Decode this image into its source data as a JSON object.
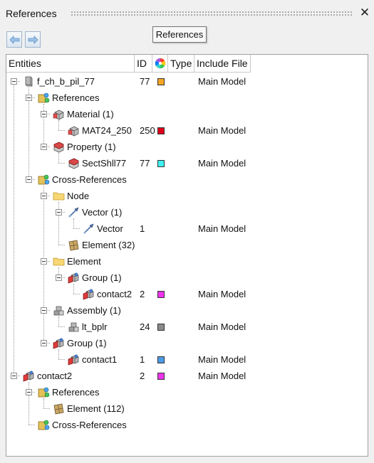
{
  "window": {
    "title": "References",
    "close_glyph": "✕"
  },
  "toolbar": {
    "back_icon": "arrow-left-icon",
    "forward_icon": "arrow-right-icon"
  },
  "tooltip": {
    "text": "References"
  },
  "columns": {
    "entities": "Entities",
    "id": "ID",
    "color_icon": "color-wheel-icon",
    "type": "Type",
    "include": "Include File"
  },
  "colors": {
    "orange": "#f5a623",
    "red": "#e0001a",
    "cyan": "#3ff0f0",
    "magenta": "#ee33ee",
    "gray": "#8a8a8a",
    "blue": "#4d9be6"
  },
  "rows": [
    {
      "label": "f_ch_b_pil_77",
      "id": "77",
      "include": "Main Model",
      "icon": "component-icon"
    },
    {
      "label": "References",
      "icon": "references-icon"
    },
    {
      "label": "Material (1)",
      "icon": "material-icon"
    },
    {
      "label": "MAT24_250",
      "id": "250",
      "include": "Main Model",
      "icon": "material-icon"
    },
    {
      "label": "Property (1)",
      "icon": "property-icon"
    },
    {
      "label": "SectShll77",
      "id": "77",
      "include": "Main Model",
      "icon": "property-icon"
    },
    {
      "label": "Cross-References",
      "icon": "cross-references-icon"
    },
    {
      "label": "Node",
      "icon": "folder-icon"
    },
    {
      "label": "Vector (1)",
      "icon": "vector-icon"
    },
    {
      "label": "Vector",
      "id": "1",
      "include": "Main Model",
      "icon": "vector-icon"
    },
    {
      "label": "Element (32)",
      "icon": "element-icon"
    },
    {
      "label": "Element",
      "icon": "folder-icon"
    },
    {
      "label": "Group (1)",
      "icon": "group-icon"
    },
    {
      "label": "contact2",
      "id": "2",
      "include": "Main Model",
      "icon": "group-icon"
    },
    {
      "label": "Assembly (1)",
      "icon": "assembly-icon"
    },
    {
      "label": "lt_bplr",
      "id": "24",
      "include": "Main Model",
      "icon": "assembly-icon"
    },
    {
      "label": "Group (1)",
      "icon": "group-icon"
    },
    {
      "label": "contact1",
      "id": "1",
      "include": "Main Model",
      "icon": "group-icon"
    },
    {
      "label": "contact2",
      "id": "2",
      "include": "Main Model",
      "icon": "group-icon"
    },
    {
      "label": "References",
      "icon": "references-icon"
    },
    {
      "label": "Element (112)",
      "icon": "element-icon"
    },
    {
      "label": "Cross-References",
      "icon": "cross-references-icon"
    }
  ]
}
